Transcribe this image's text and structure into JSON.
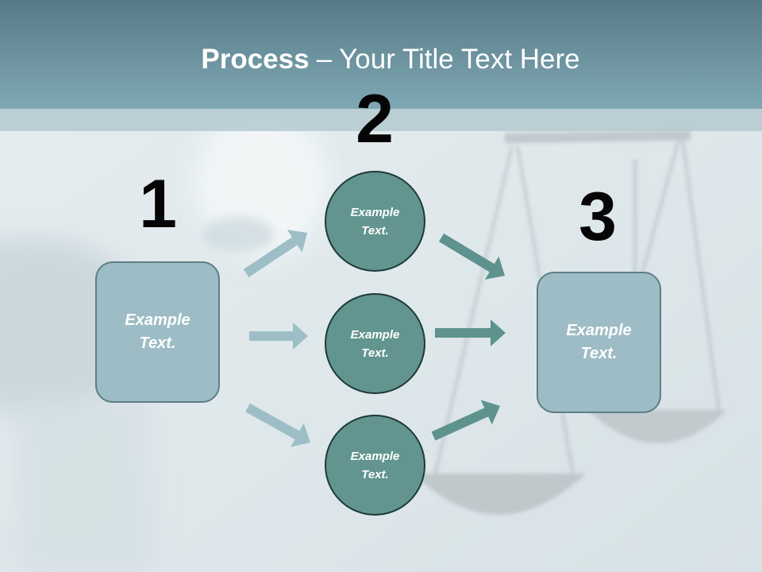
{
  "title": {
    "bold": "Process",
    "rest": "– Your Title Text Here"
  },
  "steps": [
    {
      "number": "1",
      "box": {
        "lines": [
          "Example",
          "Text."
        ]
      }
    },
    {
      "number": "2",
      "circles": [
        {
          "lines": [
            "Example",
            "Text."
          ]
        },
        {
          "lines": [
            "Example",
            "Text."
          ]
        },
        {
          "lines": [
            "Example",
            "Text."
          ]
        }
      ]
    },
    {
      "number": "3",
      "box": {
        "lines": [
          "Example",
          "Text."
        ]
      }
    }
  ],
  "colors": {
    "background": "#dfe8eb",
    "header_top": "#567b87",
    "header_bottom": "#80a8b4",
    "header_band": "#b4c9cf",
    "title_text": "#ffffff",
    "number_text": "#050505",
    "box_fill": "#9dbcc5",
    "box_border": "#5e7d86",
    "box_text": "#ffffff",
    "circle_fill": "#62958f",
    "circle_border": "#1e3a3a",
    "circle_text": "#ffffff",
    "arrow_in": "#9dbec7",
    "arrow_out": "#5e928e"
  }
}
